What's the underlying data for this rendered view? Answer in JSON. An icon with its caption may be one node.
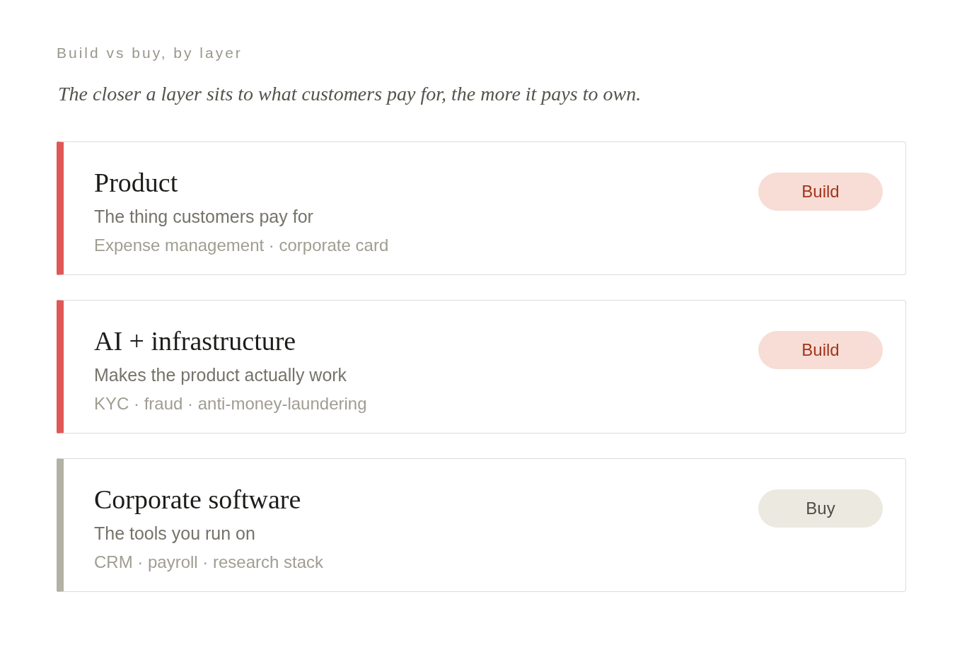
{
  "diagram": {
    "title": "Build vs buy, by layer",
    "caption": "The closer a layer sits to what customers pay for, the more it pays to own.",
    "nodes": [
      {
        "text": [
          "Product",
          "The thing customers pay for",
          "Expense management · corporate card"
        ]
      },
      {
        "text": [
          "Build"
        ],
        "in": 0
      },
      {
        "text": [
          "AI + infrastructure",
          "Makes the product actually work",
          "KYC · fraud · anti-money-laundering"
        ]
      },
      {
        "text": [
          "Build"
        ],
        "in": 2
      },
      {
        "text": [
          "Corporate software",
          "The tools you run on",
          "CRM · payroll · research stack"
        ]
      },
      {
        "text": [
          "Buy"
        ],
        "in": 4
      }
    ]
  }
}
